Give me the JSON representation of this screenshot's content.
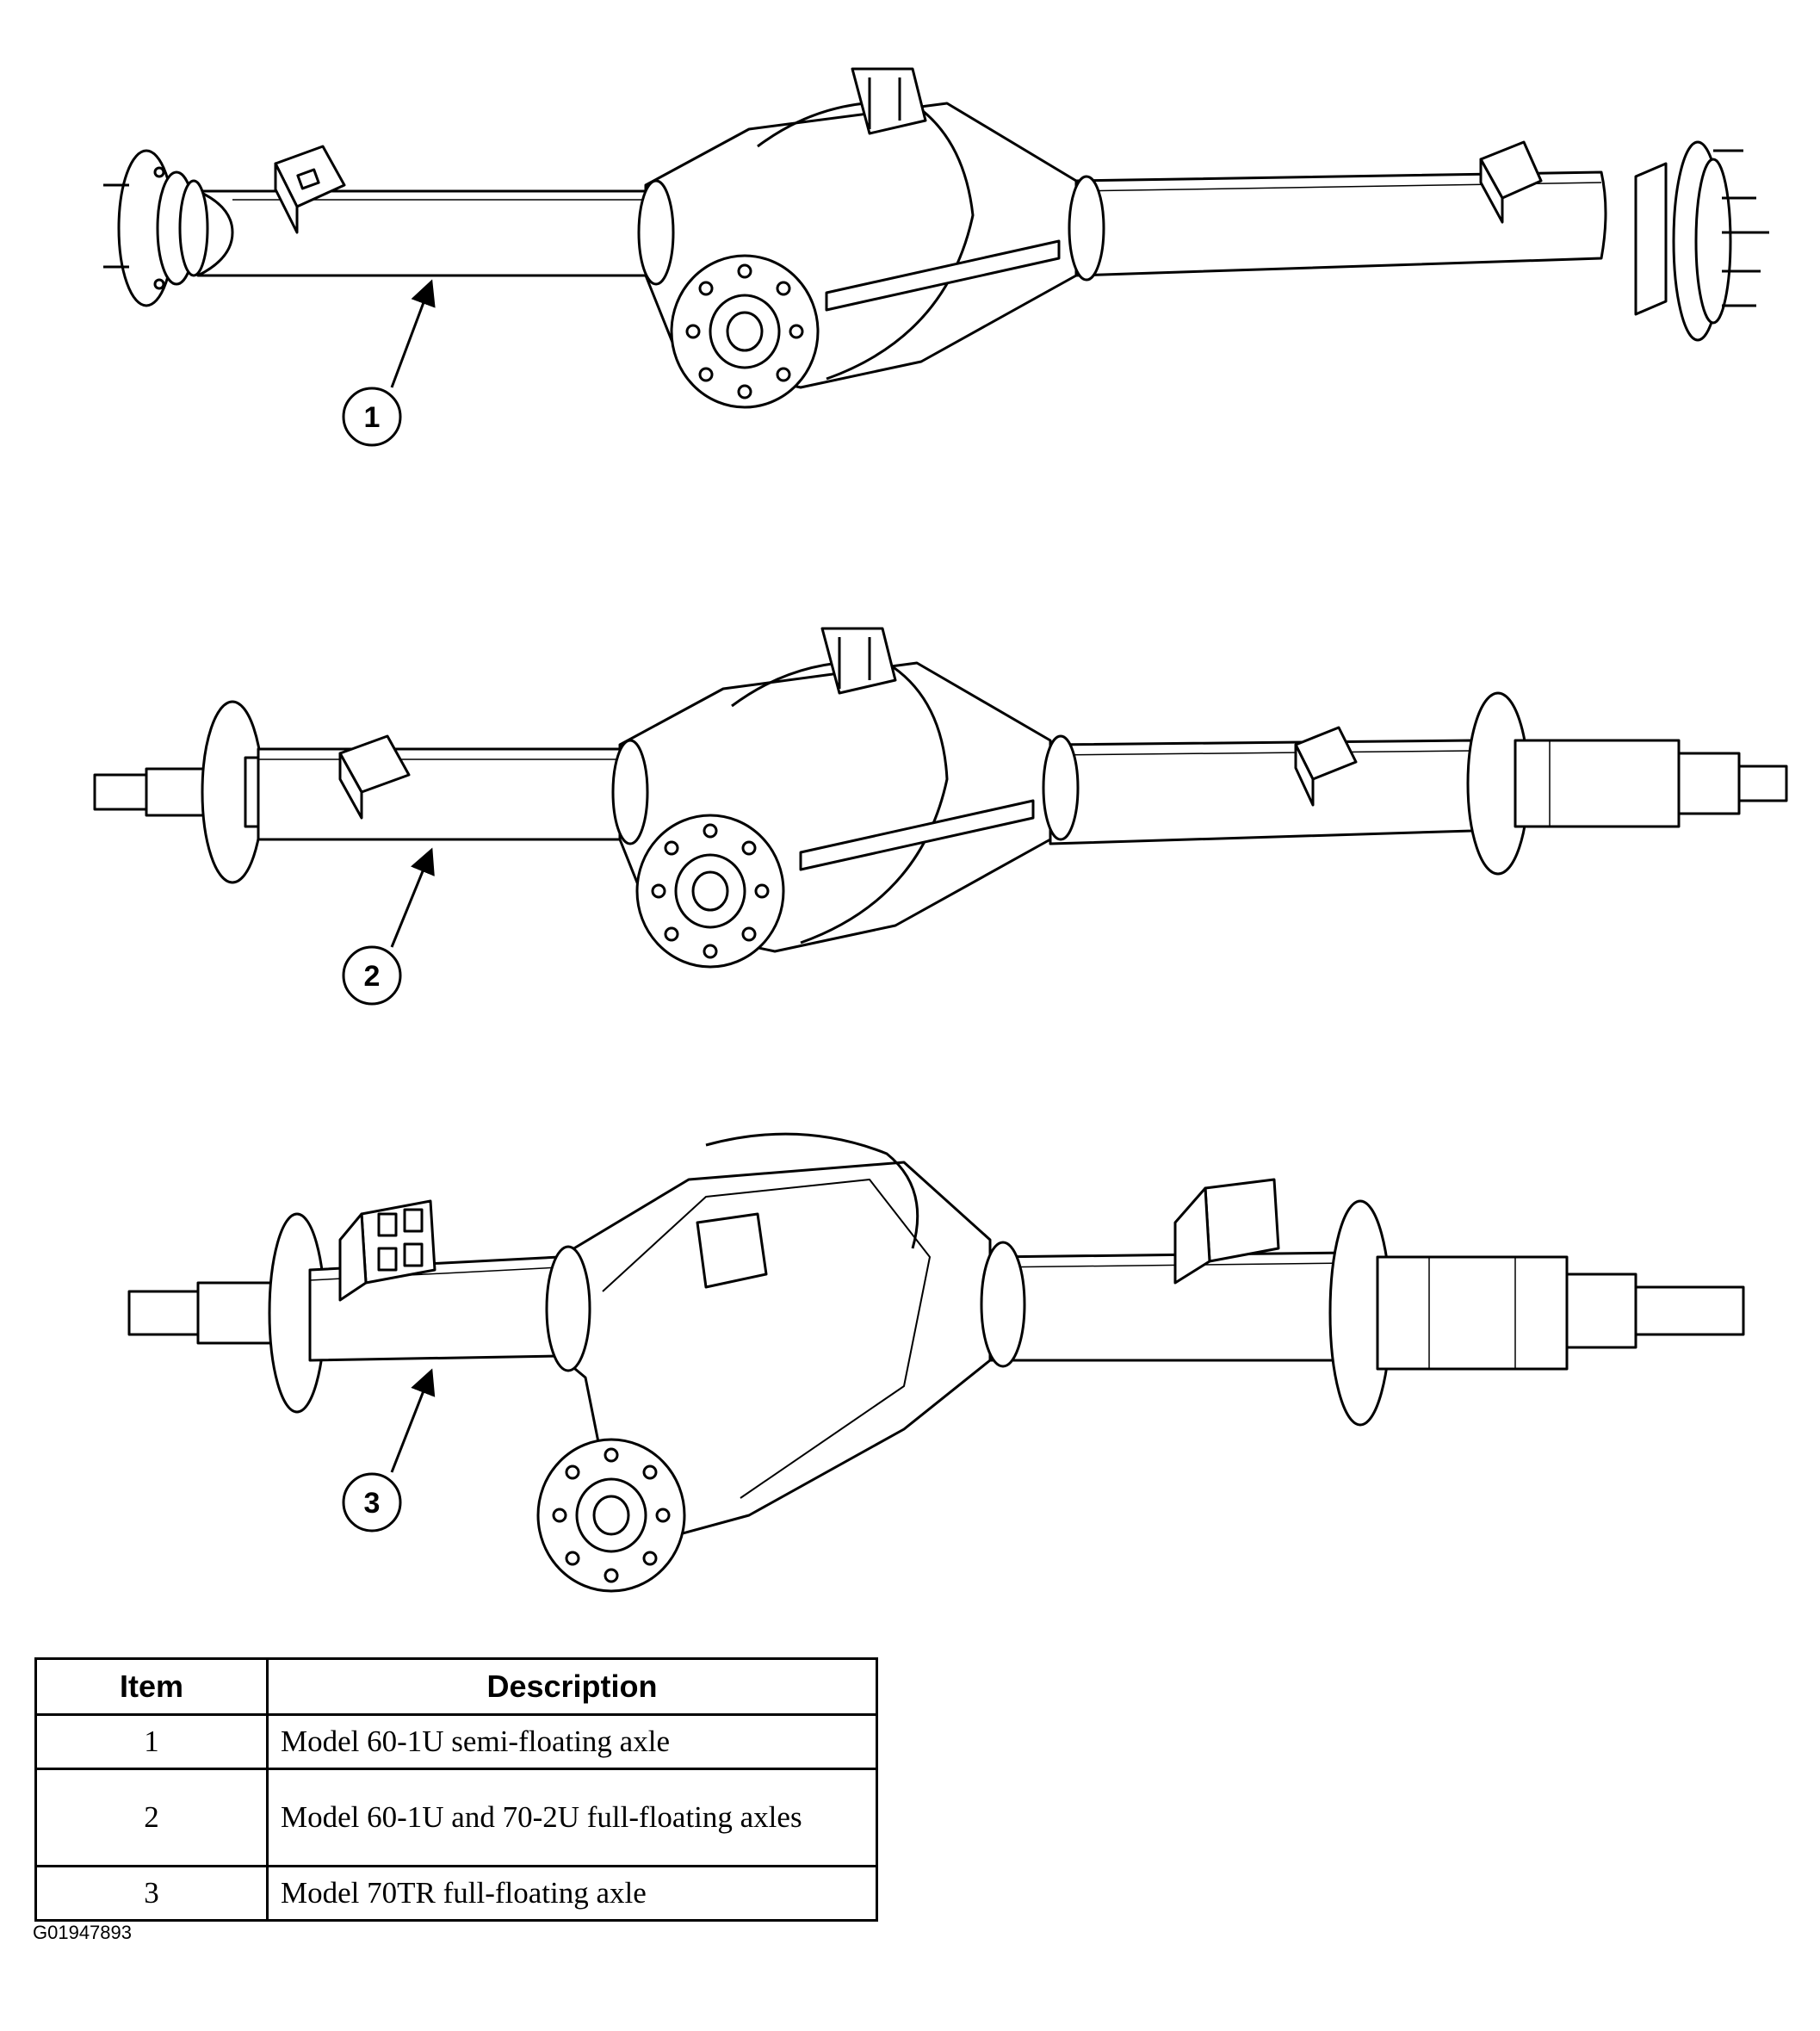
{
  "callouts": {
    "c1": "1",
    "c2": "2",
    "c3": "3"
  },
  "table": {
    "headers": {
      "item": "Item",
      "description": "Description"
    },
    "rows": [
      {
        "item": "1",
        "description": "Model 60-1U semi-floating axle"
      },
      {
        "item": "2",
        "description": "Model 60-1U and 70-2U full-floating axles"
      },
      {
        "item": "3",
        "description": "Model 70TR full-floating axle"
      }
    ]
  },
  "figure_id": "G01947893"
}
